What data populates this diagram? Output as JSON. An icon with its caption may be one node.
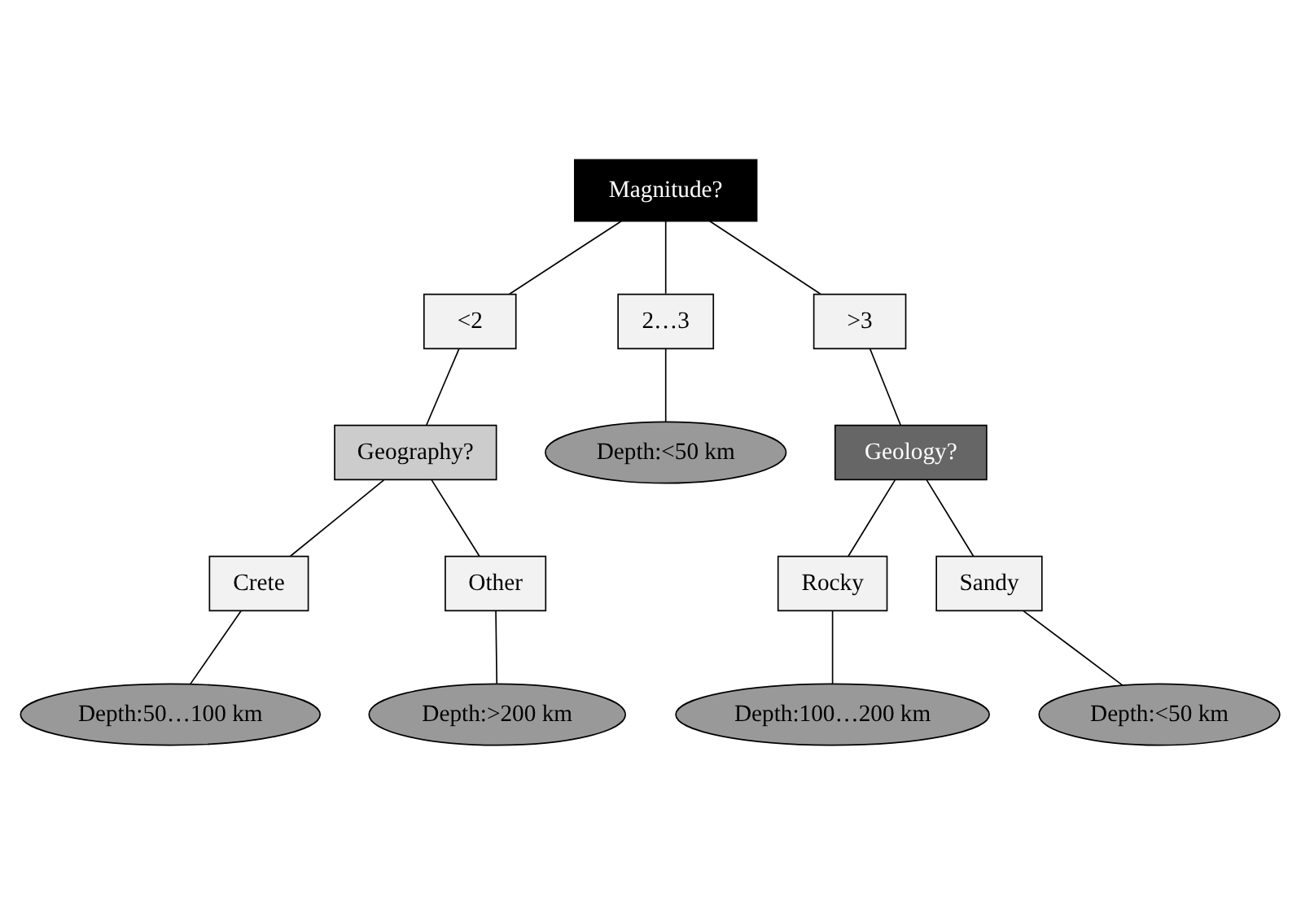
{
  "diagram": {
    "nodes": [
      {
        "text": [
          "Magnitude?"
        ]
      },
      {
        "text": [
          "<2"
        ]
      },
      {
        "text": [
          "2…3"
        ]
      },
      {
        "text": [
          ">3"
        ]
      },
      {
        "text": [
          "Geography?"
        ]
      },
      {
        "text": [
          "Depth:<50 km"
        ]
      },
      {
        "text": [
          "Geology?"
        ]
      },
      {
        "text": [
          "Crete"
        ]
      },
      {
        "text": [
          "Other"
        ]
      },
      {
        "text": [
          "Rocky"
        ]
      },
      {
        "text": [
          "Sandy"
        ]
      },
      {
        "text": [
          "Depth:50…100 km"
        ]
      },
      {
        "text": [
          "Depth:>200 km"
        ]
      },
      {
        "text": [
          "Depth:100…200 km"
        ]
      },
      {
        "text": [
          "Depth:<50 km"
        ]
      }
    ],
    "edges": [
      {
        "from": 0,
        "to": 1,
        "arrow": "none"
      },
      {
        "from": 0,
        "to": 2,
        "arrow": "none"
      },
      {
        "from": 0,
        "to": 3,
        "arrow": "none"
      },
      {
        "from": 1,
        "to": 4,
        "arrow": "none"
      },
      {
        "from": 2,
        "to": 5,
        "arrow": "none"
      },
      {
        "from": 3,
        "to": 6,
        "arrow": "none"
      },
      {
        "from": 4,
        "to": 7,
        "arrow": "none"
      },
      {
        "from": 4,
        "to": 8,
        "arrow": "none"
      },
      {
        "from": 6,
        "to": 9,
        "arrow": "none"
      },
      {
        "from": 6,
        "to": 10,
        "arrow": "none"
      },
      {
        "from": 7,
        "to": 11,
        "arrow": "none"
      },
      {
        "from": 8,
        "to": 12,
        "arrow": "none"
      },
      {
        "from": 9,
        "to": 13,
        "arrow": "none"
      },
      {
        "from": 10,
        "to": 14,
        "arrow": "none"
      }
    ]
  }
}
